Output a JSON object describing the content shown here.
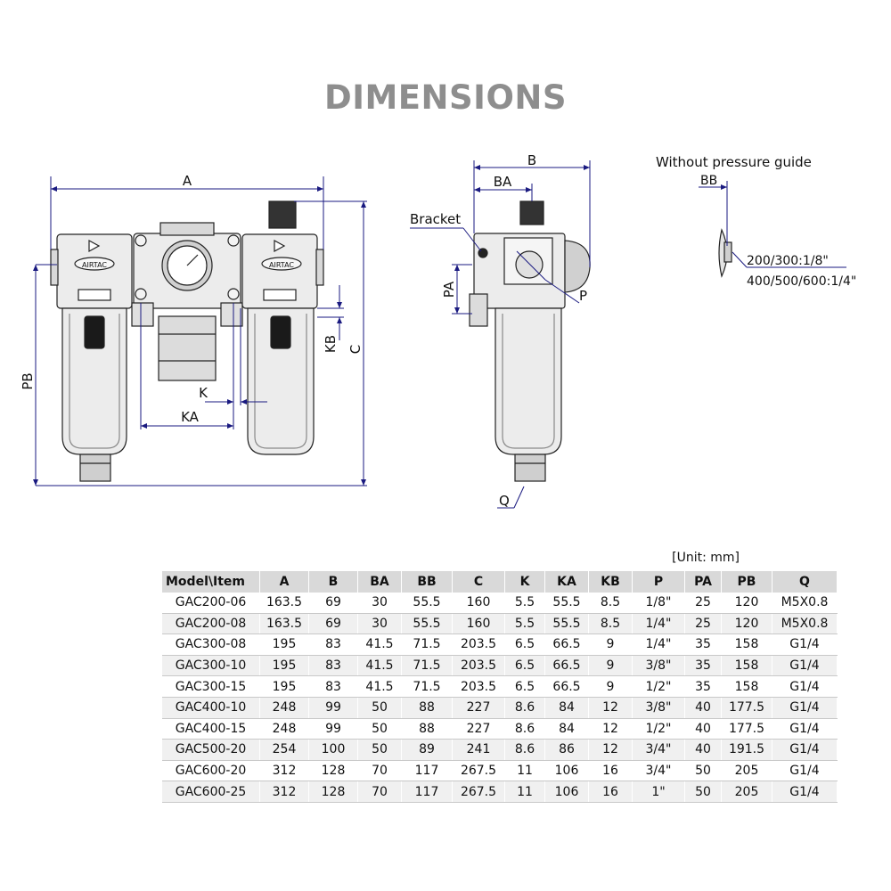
{
  "title": "DIMENSIONS",
  "front_view": {
    "labels": {
      "A": "A",
      "C": "C",
      "PB": "PB",
      "KB": "KB",
      "K": "K",
      "KA": "KA"
    },
    "brand_left": "AIRTAC",
    "brand_right": "AIRTAC"
  },
  "side_view": {
    "labels": {
      "B": "B",
      "BA": "BA",
      "PA": "PA",
      "P": "P",
      "Q": "Q"
    },
    "bracket_label": "Bracket"
  },
  "gauge_view": {
    "heading": "Without pressure guide",
    "bb_label": "BB",
    "note_1": "200/300:1/8\"",
    "note_2": "400/500/600:1/4\""
  },
  "unit": "[Unit: mm]",
  "table": {
    "headers": [
      "Model\\Item",
      "A",
      "B",
      "BA",
      "BB",
      "C",
      "K",
      "KA",
      "KB",
      "P",
      "PA",
      "PB",
      "Q"
    ],
    "rows": [
      [
        "GAC200-06",
        "163.5",
        "69",
        "30",
        "55.5",
        "160",
        "5.5",
        "55.5",
        "8.5",
        "1/8\"",
        "25",
        "120",
        "M5X0.8"
      ],
      [
        "GAC200-08",
        "163.5",
        "69",
        "30",
        "55.5",
        "160",
        "5.5",
        "55.5",
        "8.5",
        "1/4\"",
        "25",
        "120",
        "M5X0.8"
      ],
      [
        "GAC300-08",
        "195",
        "83",
        "41.5",
        "71.5",
        "203.5",
        "6.5",
        "66.5",
        "9",
        "1/4\"",
        "35",
        "158",
        "G1/4"
      ],
      [
        "GAC300-10",
        "195",
        "83",
        "41.5",
        "71.5",
        "203.5",
        "6.5",
        "66.5",
        "9",
        "3/8\"",
        "35",
        "158",
        "G1/4"
      ],
      [
        "GAC300-15",
        "195",
        "83",
        "41.5",
        "71.5",
        "203.5",
        "6.5",
        "66.5",
        "9",
        "1/2\"",
        "35",
        "158",
        "G1/4"
      ],
      [
        "GAC400-10",
        "248",
        "99",
        "50",
        "88",
        "227",
        "8.6",
        "84",
        "12",
        "3/8\"",
        "40",
        "177.5",
        "G1/4"
      ],
      [
        "GAC400-15",
        "248",
        "99",
        "50",
        "88",
        "227",
        "8.6",
        "84",
        "12",
        "1/2\"",
        "40",
        "177.5",
        "G1/4"
      ],
      [
        "GAC500-20",
        "254",
        "100",
        "50",
        "89",
        "241",
        "8.6",
        "86",
        "12",
        "3/4\"",
        "40",
        "191.5",
        "G1/4"
      ],
      [
        "GAC600-20",
        "312",
        "128",
        "70",
        "117",
        "267.5",
        "11",
        "106",
        "16",
        "3/4\"",
        "50",
        "205",
        "G1/4"
      ],
      [
        "GAC600-25",
        "312",
        "128",
        "70",
        "117",
        "267.5",
        "11",
        "106",
        "16",
        "1\"",
        "50",
        "205",
        "G1/4"
      ]
    ]
  },
  "colors": {
    "title": "#8e8e8e",
    "dimension_line": "#1a1a80",
    "header_bg": "#d9d9d9",
    "body_fill": "#e9e9e9"
  }
}
